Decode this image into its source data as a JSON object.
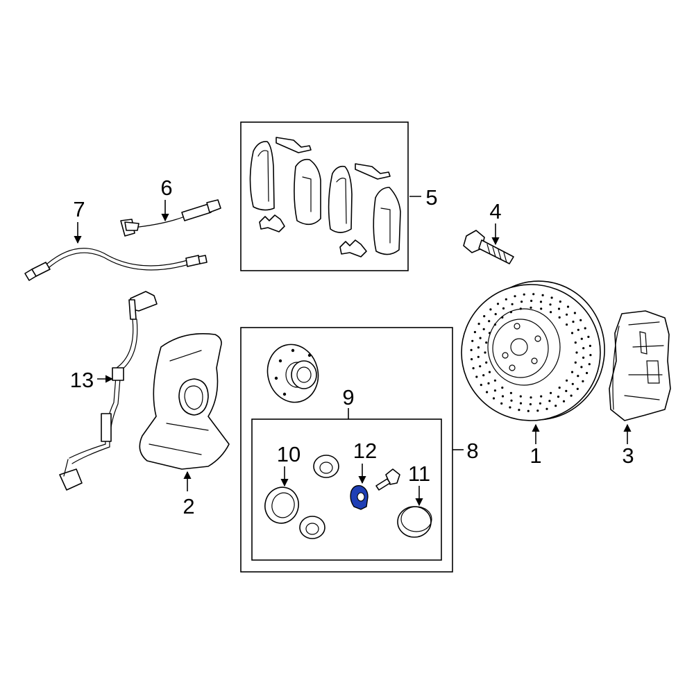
{
  "diagram": {
    "highlight_color": "#1f3fb5",
    "line_color": "#000000",
    "background": "#ffffff",
    "callouts": {
      "c1": "1",
      "c2": "2",
      "c3": "3",
      "c4": "4",
      "c5": "5",
      "c6": "6",
      "c7": "7",
      "c8": "8",
      "c9": "9",
      "c10": "10",
      "c11": "11",
      "c12": "12",
      "c13": "13"
    },
    "highlighted_part": "12"
  }
}
